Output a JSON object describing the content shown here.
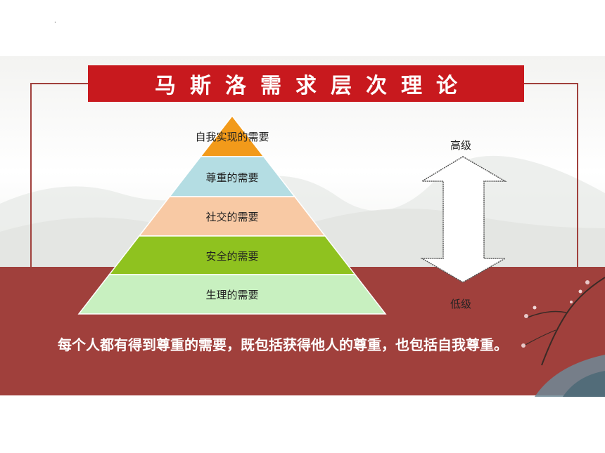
{
  "title": "马斯洛需求层次理论",
  "pyramid": {
    "tiers": [
      {
        "label": "自我实现的需要",
        "color": "#f29a1a"
      },
      {
        "label": "尊重的需要",
        "color": "#b4dde3"
      },
      {
        "label": "社交的需要",
        "color": "#f8c9a4"
      },
      {
        "label": "安全的需要",
        "color": "#8fc21f"
      },
      {
        "label": "生理的需要",
        "color": "#c8f0c0"
      }
    ]
  },
  "arrow": {
    "high_label": "高级",
    "low_label": "低级"
  },
  "body_text": "每个人都有得到尊重的需要，既包括获得他人的尊重，也包括自我尊重。",
  "colors": {
    "accent_red": "#c8191e",
    "band_red": "#a0403c"
  }
}
